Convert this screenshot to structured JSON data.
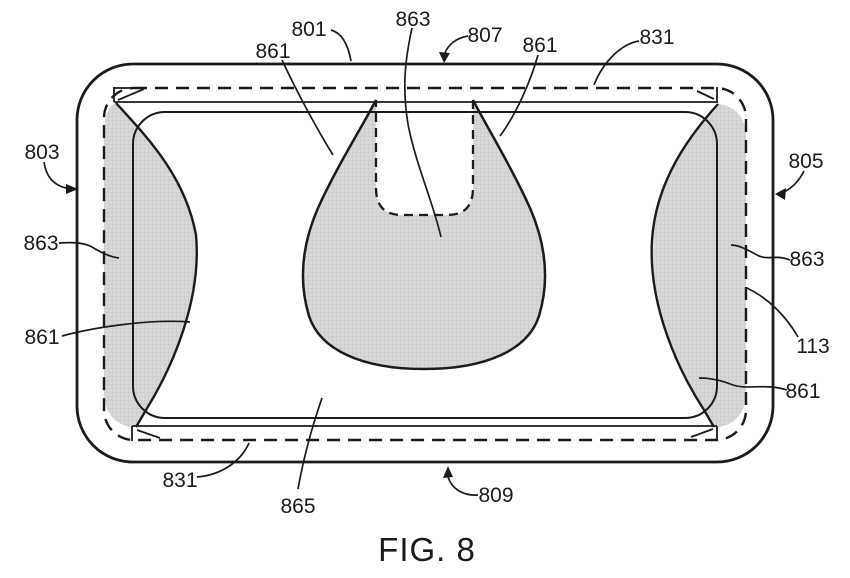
{
  "figure": {
    "caption": "FIG. 8",
    "labels": [
      {
        "text": "801"
      },
      {
        "text": "863"
      },
      {
        "text": "807"
      },
      {
        "text": "861"
      },
      {
        "text": "861"
      },
      {
        "text": "831"
      },
      {
        "text": "803"
      },
      {
        "text": "805"
      },
      {
        "text": "863"
      },
      {
        "text": "863"
      },
      {
        "text": "861"
      },
      {
        "text": "113"
      },
      {
        "text": "861"
      },
      {
        "text": "831"
      },
      {
        "text": "865"
      },
      {
        "text": "809"
      }
    ]
  },
  "colors": {
    "line": "#1b1b1b",
    "shaded_region": "#d8d8d8",
    "shaded_region_grid": "#c7c7c7",
    "background": "#ffffff"
  }
}
